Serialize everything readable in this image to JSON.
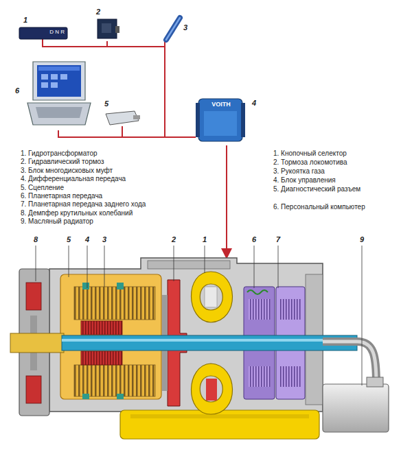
{
  "diagram": {
    "nodes": [
      {
        "text": [
          "1",
          "D N R"
        ]
      },
      {
        "text": [
          "2"
        ]
      },
      {
        "text": [
          "3"
        ]
      },
      {
        "text": [
          "6"
        ]
      },
      {
        "text": [
          "4",
          "VOITH"
        ]
      },
      {
        "text": [
          "5"
        ]
      }
    ],
    "edges": [
      {
        "from": 0,
        "to": 4,
        "arrow": "none"
      },
      {
        "from": 1,
        "to": 4,
        "arrow": "none"
      },
      {
        "from": 2,
        "to": 4,
        "arrow": "none"
      },
      {
        "from": 3,
        "to": 4,
        "arrow": "none"
      },
      {
        "from": 5,
        "to": 4,
        "arrow": "none"
      }
    ],
    "labels": [
      "1. Гидротрансформатор",
      "2. Гидравлический тормоз",
      "3. Блок многодисковых муфт",
      "4. Дифференциальная передача",
      "5. Сцепление",
      "6. Планетарная передача",
      "7. Планетарная передача заднего хода",
      "8. Демпфер крутильных колебаний",
      "9. Масляный радиатор",
      "1. Кнопочный селектор",
      "2. Тормоза локомотива",
      "3. Рукоятка газа",
      "4. Блок управления",
      "5. Диагностический разъем",
      "6. Персональный компьютер",
      "8",
      "5",
      "4",
      "3",
      "2",
      "1",
      "6",
      "7",
      "9"
    ]
  }
}
